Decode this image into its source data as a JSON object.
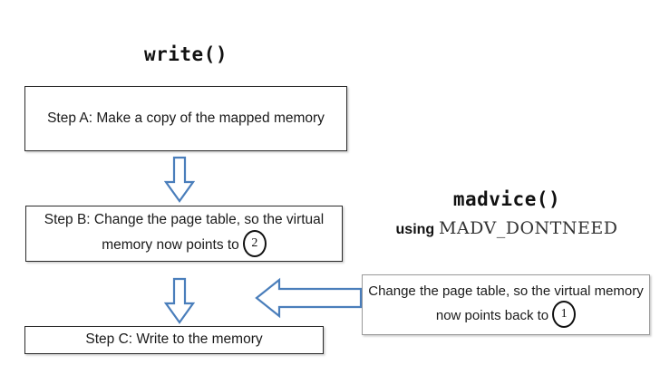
{
  "diagram": {
    "type": "flowchart",
    "background": "#ffffff",
    "accent_arrow_color": "#4a7ebb",
    "box_border_color": "#2b2b2b",
    "left_column": {
      "title": "write()",
      "steps": [
        {
          "id": "step-a",
          "text": "Step A: Make a copy of the mapped memory"
        },
        {
          "id": "step-b",
          "text_before_badge": "Step  B: Change the page table, so the virtual memory now points to",
          "badge": "2"
        },
        {
          "id": "step-c",
          "text": "Step C: Write to the memory"
        }
      ]
    },
    "right_column": {
      "title": "madvice()",
      "subtitle_prefix": "using",
      "subtitle_macro": "MADV_DONTNEED",
      "box": {
        "id": "madvice-action",
        "text_before_badge": "Change the page table, so the virtual memory now points back to",
        "badge": "1"
      }
    },
    "arrows": [
      {
        "id": "arrow-a-to-b",
        "direction": "down"
      },
      {
        "id": "arrow-b-to-c",
        "direction": "down"
      },
      {
        "id": "arrow-madvice-to-flow",
        "direction": "left"
      }
    ]
  }
}
